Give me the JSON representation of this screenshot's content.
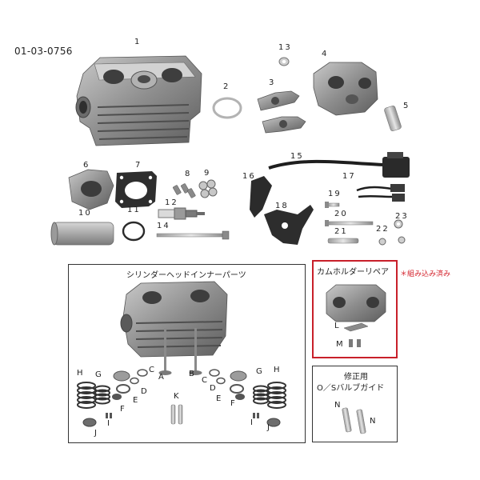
{
  "product_code": "01-03-0756",
  "parts_top": [
    {
      "id": "p1",
      "label": "1"
    },
    {
      "id": "p2",
      "label": "2"
    },
    {
      "id": "p3",
      "label": "3"
    },
    {
      "id": "p4",
      "label": "4"
    },
    {
      "id": "p5",
      "label": "5"
    },
    {
      "id": "p6",
      "label": "6"
    },
    {
      "id": "p7",
      "label": "7"
    },
    {
      "id": "p8",
      "label": "8"
    },
    {
      "id": "p9",
      "label": "9"
    },
    {
      "id": "p10",
      "label": "10"
    },
    {
      "id": "p11",
      "label": "11"
    },
    {
      "id": "p12",
      "label": "12"
    },
    {
      "id": "p13",
      "label": "13"
    },
    {
      "id": "p14",
      "label": "14"
    },
    {
      "id": "p15",
      "label": "15"
    },
    {
      "id": "p16",
      "label": "16"
    },
    {
      "id": "p17",
      "label": "17"
    },
    {
      "id": "p18",
      "label": "18"
    },
    {
      "id": "p19",
      "label": "19"
    },
    {
      "id": "p20",
      "label": "20"
    },
    {
      "id": "p21",
      "label": "21"
    },
    {
      "id": "p22",
      "label": "22"
    },
    {
      "id": "p23",
      "label": "23"
    }
  ],
  "inner_box": {
    "title": "シリンダーヘッドインナーパーツ",
    "letters_left": [
      "H",
      "G",
      "C",
      "A",
      "D",
      "E",
      "F",
      "I",
      "J"
    ],
    "letters_right": [
      "B",
      "C",
      "D",
      "E",
      "F",
      "G",
      "H",
      "I",
      "J"
    ],
    "letter_k": "K"
  },
  "cam_box": {
    "title": "カムホルダーリペア",
    "note": "＊組み込み済み",
    "letter_l": "L",
    "letter_m": "M"
  },
  "guide_box": {
    "title_line1": "修正用",
    "title_line2": "O／Sバルブガイド",
    "letter_n1": "N",
    "letter_n2": "N"
  }
}
